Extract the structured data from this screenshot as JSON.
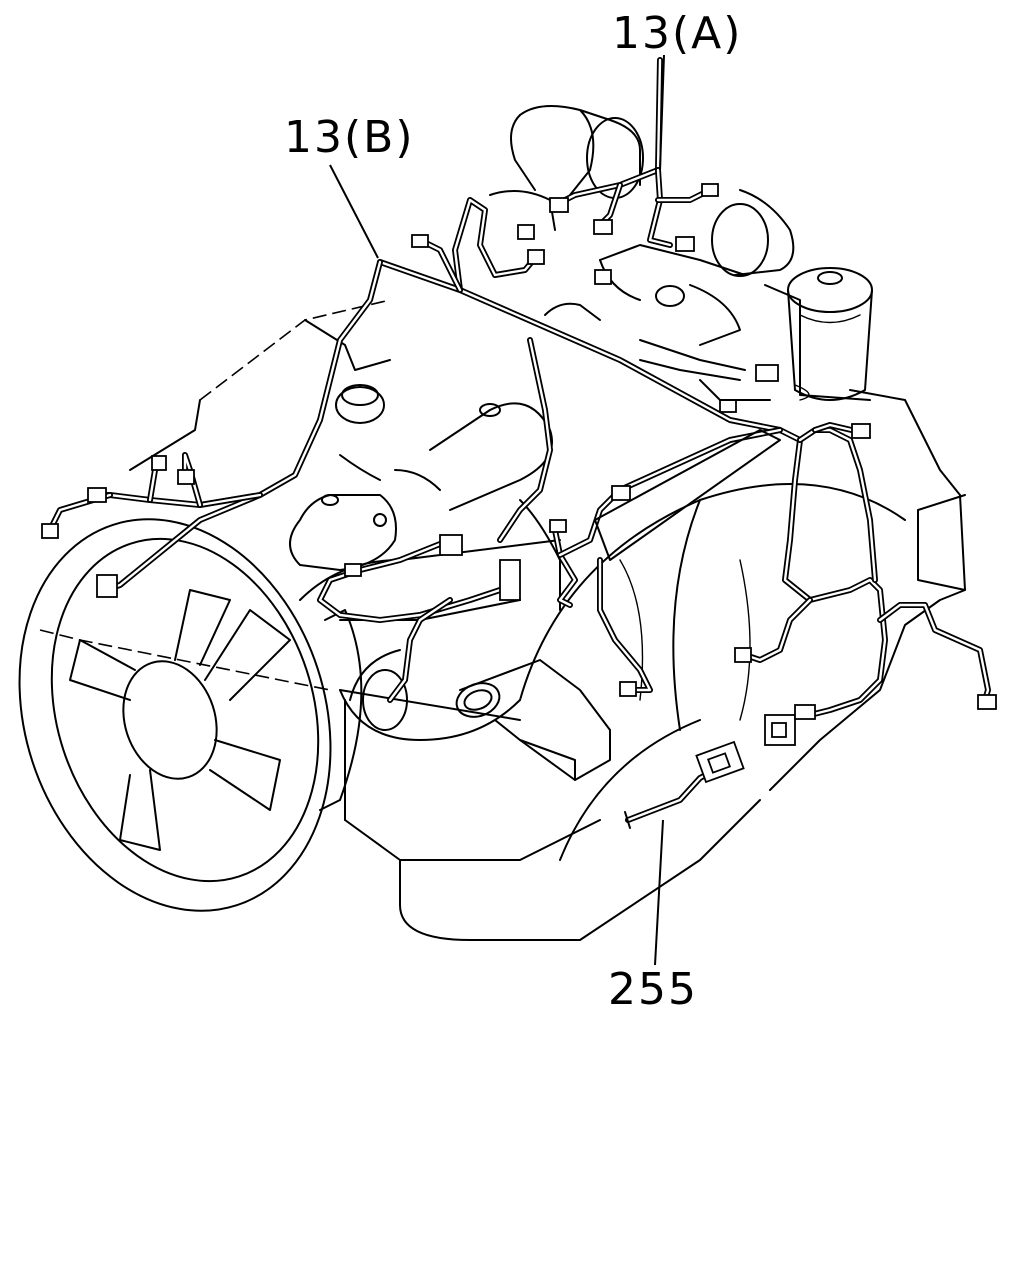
{
  "diagram": {
    "callouts": {
      "harness_a": "13(A)",
      "harness_b": "13(B)",
      "sensor": "255"
    }
  }
}
